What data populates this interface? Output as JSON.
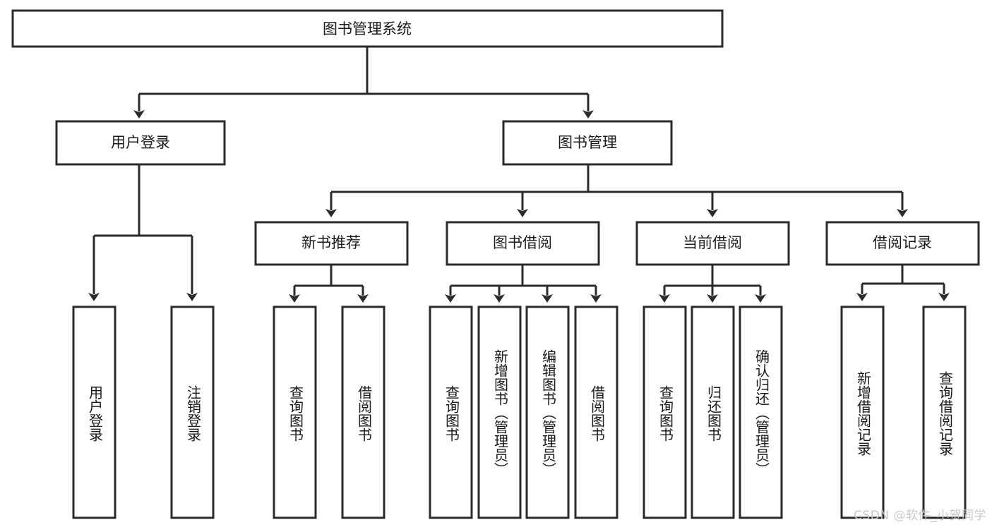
{
  "diagram": {
    "type": "tree-hierarchy",
    "title": "图书管理系统",
    "watermark": "CSDN @软件_小贺同学",
    "colors": {
      "background": "#ffffff",
      "stroke": "#2b2b2b",
      "fill": "#ffffff",
      "text": "#1a1a1a",
      "watermark": "#c9c9c9"
    },
    "levels": {
      "level1": [
        {
          "id": "root",
          "label": "图书管理系统"
        }
      ],
      "level2": [
        {
          "id": "user-login",
          "label": "用户登录",
          "parent": "root"
        },
        {
          "id": "book-manage",
          "label": "图书管理",
          "parent": "root"
        }
      ],
      "level3": [
        {
          "id": "new-book-rec",
          "label": "新书推荐",
          "parent": "book-manage"
        },
        {
          "id": "book-borrow",
          "label": "图书借阅",
          "parent": "book-manage"
        },
        {
          "id": "current-borrow",
          "label": "当前借阅",
          "parent": "book-manage"
        },
        {
          "id": "borrow-record",
          "label": "借阅记录",
          "parent": "book-manage"
        }
      ],
      "leaves": [
        {
          "id": "leaf-user-login",
          "label": "用户登录",
          "parent": "user-login"
        },
        {
          "id": "leaf-logout",
          "label": "注销登录",
          "parent": "user-login"
        },
        {
          "id": "leaf-query-book-1",
          "label": "查询图书",
          "parent": "new-book-rec"
        },
        {
          "id": "leaf-borrow-book-1",
          "label": "借阅图书",
          "parent": "new-book-rec"
        },
        {
          "id": "leaf-query-book-2",
          "label": "查询图书",
          "parent": "book-borrow"
        },
        {
          "id": "leaf-add-book",
          "label": "新增图书（管理员）",
          "parent": "book-borrow"
        },
        {
          "id": "leaf-edit-book",
          "label": "编辑图书（管理员）",
          "parent": "book-borrow"
        },
        {
          "id": "leaf-borrow-book-2",
          "label": "借阅图书",
          "parent": "book-borrow"
        },
        {
          "id": "leaf-query-book-3",
          "label": "查询图书",
          "parent": "current-borrow"
        },
        {
          "id": "leaf-return-book",
          "label": "归还图书",
          "parent": "current-borrow"
        },
        {
          "id": "leaf-confirm-return",
          "label": "确认归还（管理员）",
          "parent": "current-borrow"
        },
        {
          "id": "leaf-add-record",
          "label": "新增借阅记录",
          "parent": "borrow-record"
        },
        {
          "id": "leaf-query-record",
          "label": "查询借阅记录",
          "parent": "borrow-record"
        }
      ]
    }
  }
}
